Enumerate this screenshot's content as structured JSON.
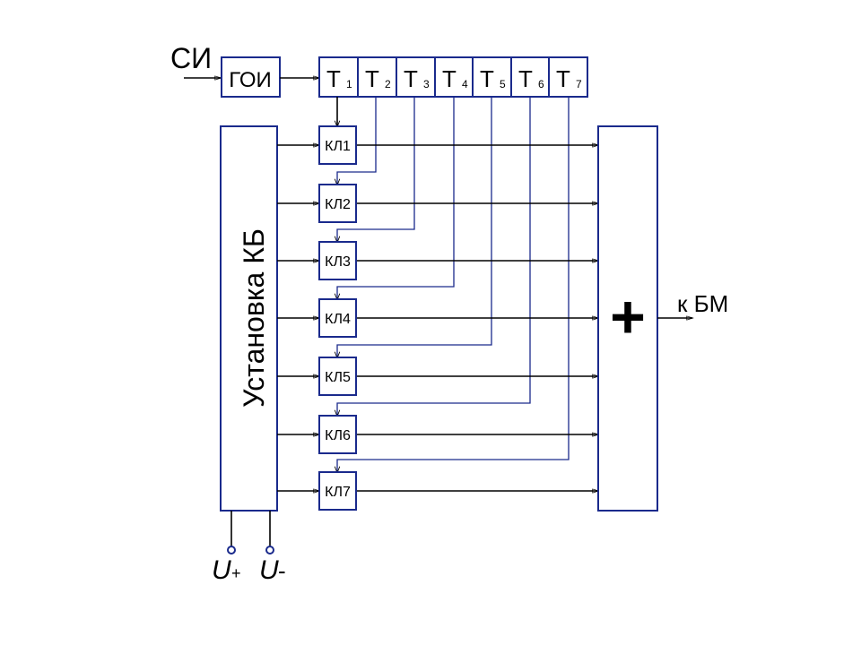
{
  "diagram": {
    "input_label": "СИ",
    "generator_label": "ГОИ",
    "counter": {
      "letter": "Т",
      "indices": [
        "1",
        "2",
        "3",
        "4",
        "5",
        "6",
        "7"
      ]
    },
    "switches": [
      "КЛ1",
      "КЛ2",
      "КЛ3",
      "КЛ4",
      "КЛ5",
      "КЛ6",
      "КЛ7"
    ],
    "installation_label": "Установка КБ",
    "adder_symbol": "+",
    "output_label": "к БМ",
    "power": {
      "u_letter": "U",
      "plus": "+",
      "minus": "-"
    },
    "colors": {
      "box_stroke": "#1a2a8c",
      "black_wire": "#000000",
      "blue_wire": "#1a2a8c"
    }
  }
}
